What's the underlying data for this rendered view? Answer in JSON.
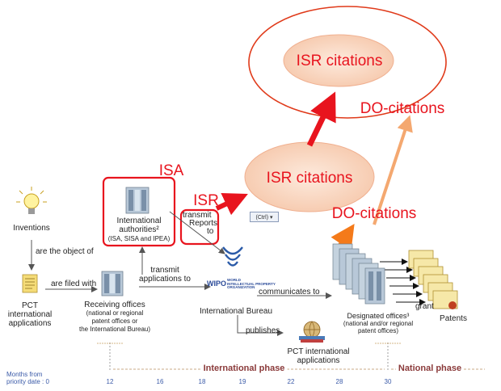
{
  "nodes": {
    "isr_citations_outer": "ISR citations",
    "isr_citations_inner": "ISR citations",
    "do_citations_upper": "DO-citations",
    "do_citations_lower": "DO-citations",
    "isa": "ISA",
    "isr": "ISR",
    "inventions": "Inventions",
    "pct_applications": [
      "PCT",
      "international",
      "applications"
    ],
    "international_authorities": [
      "International",
      "authorities²",
      "(ISA, SISA and IPEA)"
    ],
    "receiving_offices": [
      "Receiving offices",
      "(national or regional",
      "patent offices or",
      "the International Bureau)"
    ],
    "wipo_logo": "WIPO",
    "wipo_subtitle": [
      "WORLD",
      "INTELLECTUAL PROPERTY",
      "ORGANIZATION"
    ],
    "international_bureau": "International Bureau",
    "pct_publications": [
      "PCT international",
      "applications"
    ],
    "designated_offices": [
      "Designated offices³",
      "(national and/or regional",
      "patent offices)"
    ],
    "patents": "Patents"
  },
  "edges": {
    "are_the_object_of": "are the object of",
    "are_filed_with": "are filed with",
    "transmit_applications_to": [
      "transmit",
      "applications to"
    ],
    "transmit_reports_to": [
      "transmit",
      "Reports",
      "to"
    ],
    "communicates_to": "communicates to",
    "publishes": "publishes",
    "grant": "grant"
  },
  "ctrl_badge": "(Ctrl) ▾",
  "timeline": {
    "label": [
      "Months from",
      "priority date : 0"
    ],
    "months": [
      "12",
      "16",
      "18",
      "19",
      "22",
      "28",
      "30"
    ],
    "international_phase": "International phase",
    "national_phase": "National phase"
  },
  "colors": {
    "red": "#e8141e",
    "blue_text": "#3a5aa8",
    "ellipse_fill": "#fbd9c4",
    "ellipse_stroke": "#e03a1a",
    "do_arrow": "#f4a870",
    "do_arrow_lower": "#f47a1a",
    "phase_text": "#8a3a3a"
  },
  "icons": [
    "lightbulb-icon",
    "document-icon",
    "building-icon",
    "wipo-logo-icon",
    "globe-icon",
    "certificate-icon"
  ]
}
